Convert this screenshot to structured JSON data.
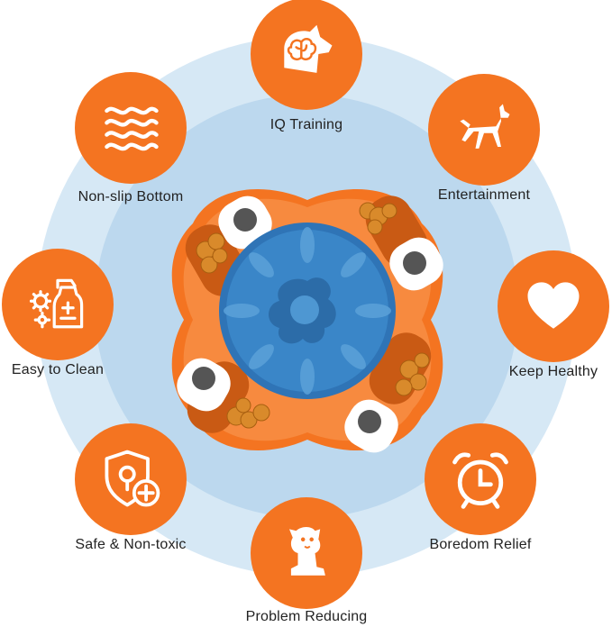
{
  "features": [
    {
      "id": "iq-training",
      "label": "IQ Training",
      "icon": "brain-dog-head-icon"
    },
    {
      "id": "entertainment",
      "label": "Entertainment",
      "icon": "running-dog-icon"
    },
    {
      "id": "keep-healthy",
      "label": "Keep Healthy",
      "icon": "heart-icon"
    },
    {
      "id": "boredom-relief",
      "label": "Boredom Relief",
      "icon": "alarm-clock-icon"
    },
    {
      "id": "problem-reducing",
      "label": "Problem Reducing",
      "icon": "sitting-puppy-icon"
    },
    {
      "id": "safe-non-toxic",
      "label": "Safe & Non-toxic",
      "icon": "shield-plus-icon"
    },
    {
      "id": "easy-to-clean",
      "label": "Easy to Clean",
      "icon": "soap-bottle-gears-icon"
    },
    {
      "id": "non-slip-bottom",
      "label": "Non-slip Bottom",
      "icon": "wavy-lines-icon"
    }
  ],
  "colors": {
    "accent": "#f47421",
    "ring_outer": "#d6e8f5",
    "ring_inner": "#bcd8ee",
    "bowl_blue": "#3a86c8",
    "treat": "#d98a2b"
  }
}
